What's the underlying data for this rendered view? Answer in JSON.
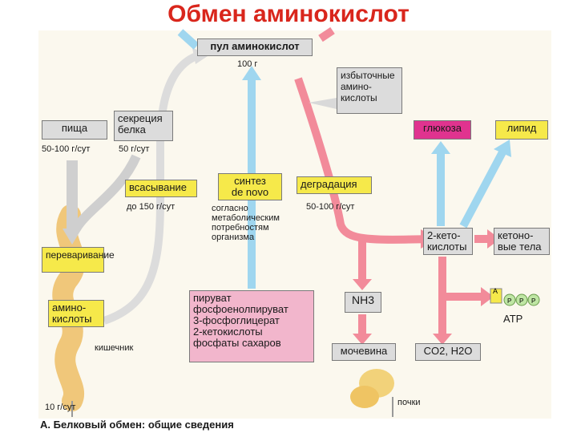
{
  "title": "Обмен аминокислот",
  "pool": {
    "label": "пул аминокислот",
    "amount": "100 г"
  },
  "excess": "избыточные\nамино-\nкислоты",
  "food": {
    "label": "пища",
    "amount": "50-100 г/сут"
  },
  "secretion": {
    "label": "секреция\nбелка",
    "amount": "50 г/сут"
  },
  "absorption": {
    "label": "всасывание",
    "amount": "до 150 г/сут"
  },
  "synthesis": {
    "label": "синтез\nde novo",
    "note": "согласно\nметаболическим\nпотребностям\nорганизма"
  },
  "degradation": {
    "label": "деградация",
    "amount": "50-100 г/сут"
  },
  "glucose": "глюкоза",
  "lipid": "липид",
  "digestion": "переваривание",
  "aminoacids": "амино-\nкислоты",
  "intestine": "кишечник",
  "precursors": [
    "пируват",
    "фосфоенолпируват",
    "3-фосфоглицерат",
    "2-кетокислоты",
    "фосфаты сахаров"
  ],
  "nh3": "NH3",
  "urea": "мочевина",
  "ketoacids": "2-кето-\nкислоты",
  "ketone": "кетоно-\nвые тела",
  "co2": "CO2, H2O",
  "atp": {
    "label": "ATP",
    "a": "A",
    "p": "P"
  },
  "kidneys": "почки",
  "excretion": "10 г/сут",
  "caption": "А. Белковый обмен: общие сведения"
}
